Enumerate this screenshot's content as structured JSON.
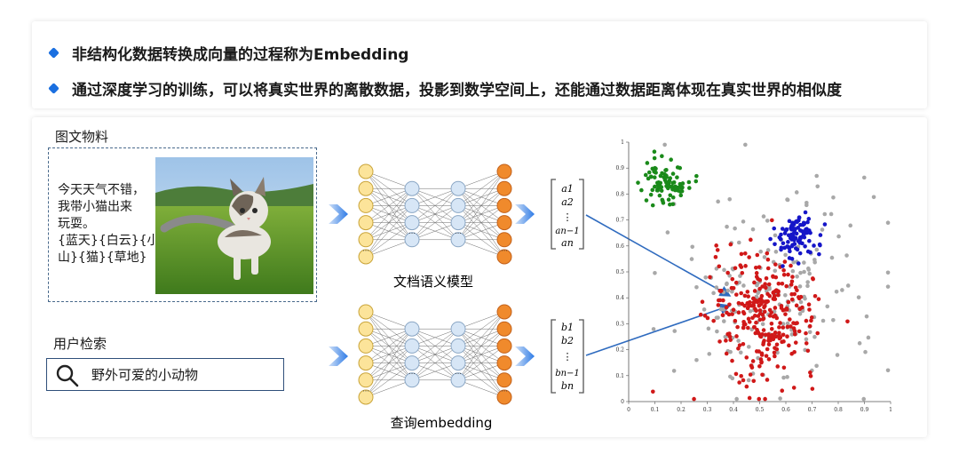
{
  "bullets": [
    "非结构化数据转换成向量的过程称为Embedding",
    "通过深度学习的训练，可以将真实世界的离散数据，投影到数学空间上，还能通过数据距离体现在真实世界的相似度"
  ],
  "material": {
    "title": "图文物料",
    "text_lines": [
      "今天天气不错，",
      "我带小猫出来",
      "玩耍。",
      "{蓝天}{白云}{小",
      "山}{猫}{草地}"
    ]
  },
  "search": {
    "title": "用户检索",
    "query": "野外可爱的小动物"
  },
  "models": {
    "doc_model_label": "文档语义模型",
    "query_model_label": "查询embedding"
  },
  "vectors": {
    "a": [
      "a1",
      "a2",
      "⋮",
      "an−1",
      "an"
    ],
    "b": [
      "b1",
      "b2",
      "⋮",
      "bn−1",
      "bn"
    ]
  },
  "chart_data": {
    "type": "scatter",
    "xlim": [
      0,
      1
    ],
    "ylim": [
      0,
      1
    ],
    "x_ticks": [
      "0",
      "0.1",
      "0.2",
      "0.3",
      "0.4",
      "0.5",
      "0.6",
      "0.7",
      "0.8",
      "0.9",
      "1"
    ],
    "y_ticks": [
      "0",
      "0.1",
      "0.2",
      "0.3",
      "0.4",
      "0.5",
      "0.6",
      "0.7",
      "0.8",
      "0.9",
      "1"
    ],
    "clusters": [
      {
        "color": "#1a8a1a",
        "center": [
          0.14,
          0.85
        ],
        "spread": [
          0.045,
          0.04
        ],
        "count": 90
      },
      {
        "color": "#1515c8",
        "center": [
          0.64,
          0.64
        ],
        "spread": [
          0.04,
          0.045
        ],
        "count": 100
      },
      {
        "color": "#d01818",
        "center": [
          0.52,
          0.33
        ],
        "spread": [
          0.1,
          0.12
        ],
        "count": 300
      },
      {
        "color": "#a8a8a8",
        "center": [
          0.55,
          0.42
        ],
        "spread": [
          0.2,
          0.2
        ],
        "count": 200
      }
    ]
  },
  "colors": {
    "accent": "#1a6fe0",
    "arrow": "#2f6bbf",
    "input_node": "#fce49a",
    "hidden_node": "#d7e6f6",
    "output_node": "#f08a2c"
  }
}
